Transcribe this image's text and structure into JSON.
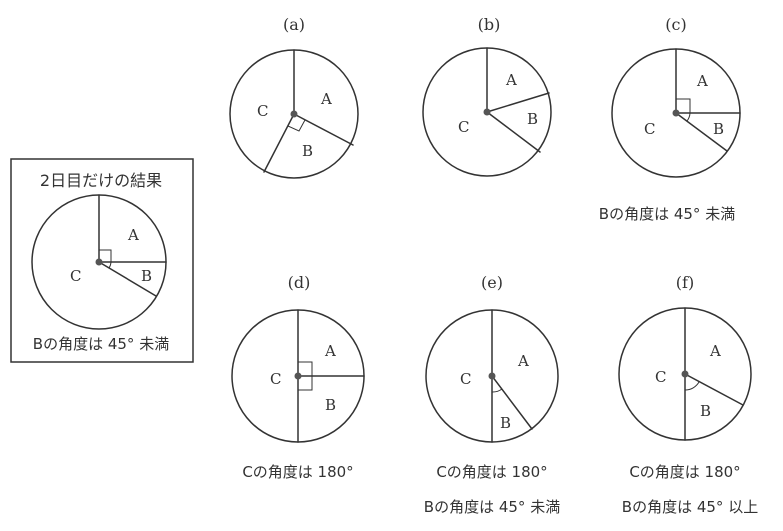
{
  "reference_box": {
    "title": "2日目だけの結果",
    "labels": {
      "A": "A",
      "B": "B",
      "C": "C"
    },
    "caption": "Bの角度は 45° 未満"
  },
  "diagrams": [
    {
      "id": "a",
      "label": "(a)",
      "region_labels": {
        "A": "A",
        "B": "B",
        "C": "C"
      },
      "captions": []
    },
    {
      "id": "b",
      "label": "(b)",
      "region_labels": {
        "A": "A",
        "B": "B",
        "C": "C"
      },
      "captions": []
    },
    {
      "id": "c",
      "label": "(c)",
      "region_labels": {
        "A": "A",
        "B": "B",
        "C": "C"
      },
      "captions": [
        "Bの角度は 45° 未満"
      ]
    },
    {
      "id": "d",
      "label": "(d)",
      "region_labels": {
        "A": "A",
        "B": "B",
        "C": "C"
      },
      "captions": [
        "Cの角度は 180°"
      ]
    },
    {
      "id": "e",
      "label": "(e)",
      "region_labels": {
        "A": "A",
        "B": "B",
        "C": "C"
      },
      "captions": [
        "Cの角度は 180°",
        "Bの角度は 45° 未満"
      ]
    },
    {
      "id": "f",
      "label": "(f)",
      "region_labels": {
        "A": "A",
        "B": "B",
        "C": "C"
      },
      "captions": [
        "Cの角度は 180°",
        "Bの角度は 45° 以上"
      ]
    }
  ]
}
